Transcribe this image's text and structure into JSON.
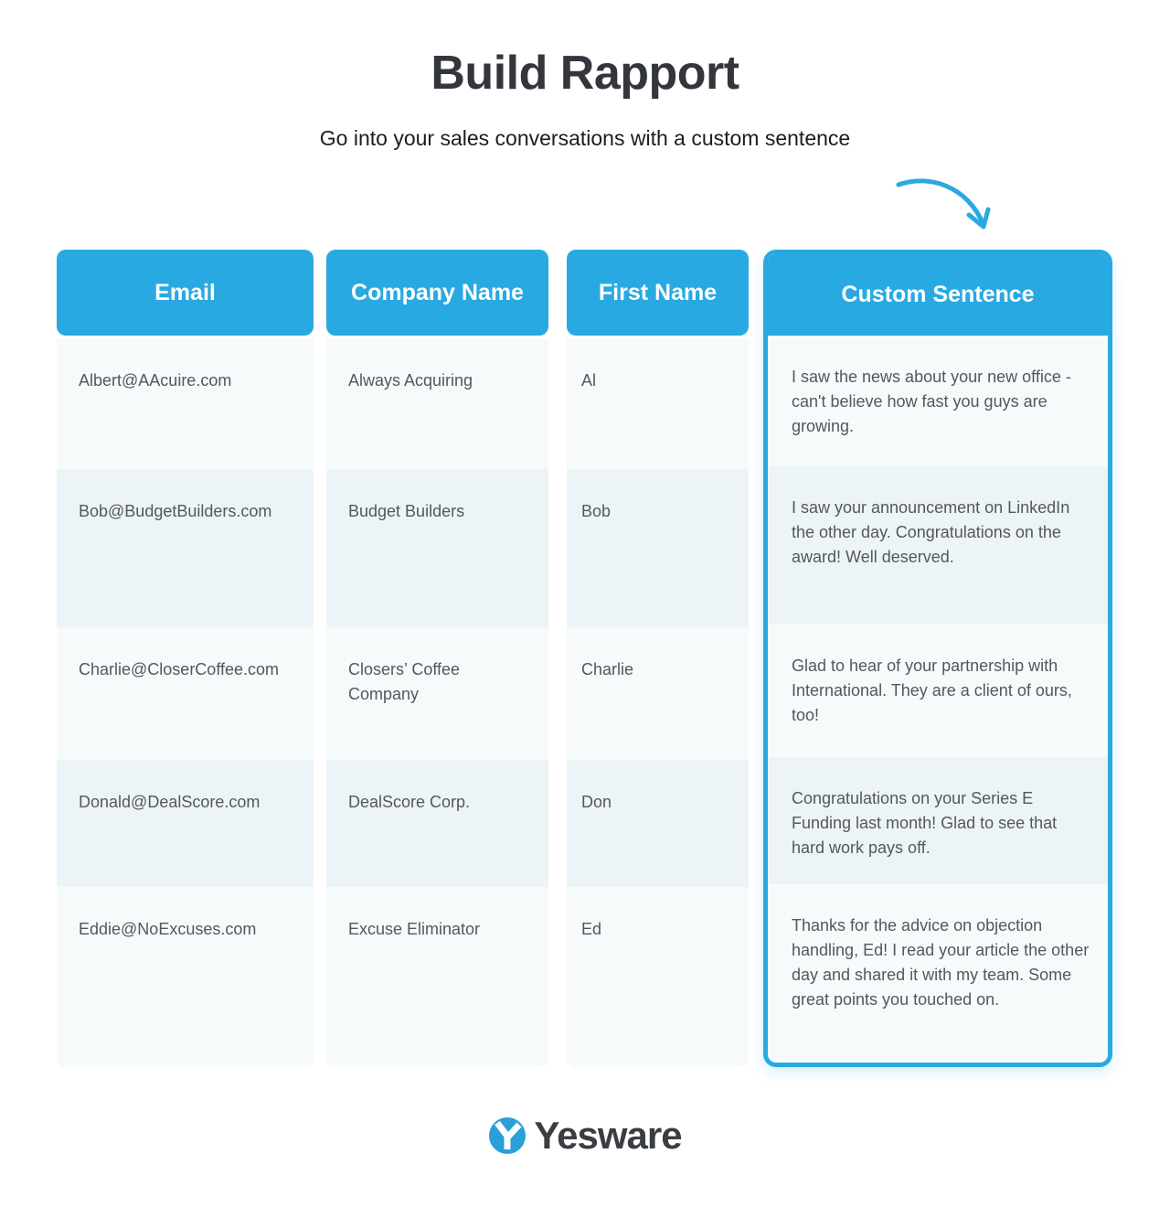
{
  "header": {
    "title": "Build Rapport",
    "subtitle": "Go into your sales conversations with a custom sentence"
  },
  "colors": {
    "accent_blue": "#29a9e1",
    "row_light": "#f6fafb",
    "row_dark": "#edf4f8",
    "cell_text": "#54575c",
    "title_text": "#33363c"
  },
  "icons": {
    "arrow": "curved-arrow-pointing-to-custom-sentence-column",
    "logo": "yesware-y-circle-logo"
  },
  "chart_data": {
    "type": "table",
    "title": "Build Rapport",
    "subtitle": "Go into your sales conversations with a custom sentence",
    "columns": [
      "Email",
      "Company Name",
      "First Name",
      "Custom Sentence"
    ],
    "highlighted_column": "Custom Sentence",
    "rows": [
      [
        "Albert@AAcuire.com",
        "Always Acquiring",
        "Al",
        "I saw the news about your new office - can't believe how fast you guys are growing."
      ],
      [
        "Bob@BudgetBuilders.com",
        "Budget Builders",
        "Bob",
        "I saw your announcement on LinkedIn the other day. Congratulations on the award! Well deserved."
      ],
      [
        "Charlie@CloserCoffee.com",
        "Closers’ Coffee Company",
        "Charlie",
        "Glad to hear of your partnership with International. They are a client of ours, too!"
      ],
      [
        "Donald@DealScore.com",
        "DealScore Corp.",
        "Don",
        "Congratulations on your Series E Funding last month! Glad to see that hard work pays off."
      ],
      [
        "Eddie@NoExcuses.com",
        "Excuse Eliminator",
        "Ed",
        "Thanks for the advice on objection handling, Ed! I read your article the other day and shared it with my team. Some great points you touched on."
      ]
    ]
  },
  "table": {
    "columns": [
      {
        "label": "Email"
      },
      {
        "label": "Company Name"
      },
      {
        "label": "First Name"
      },
      {
        "label": "Custom Sentence"
      }
    ],
    "rows": [
      {
        "email": "Albert@AAcuire.com",
        "company": "Always Acquiring",
        "first_name": "Al",
        "custom_sentence": "I saw the news about your new office - can't believe how fast you guys are growing."
      },
      {
        "email": "Bob@BudgetBuilders.com",
        "company": "Budget Builders",
        "first_name": "Bob",
        "custom_sentence": "I saw your announcement on LinkedIn the other day. Congratulations on the award! Well deserved."
      },
      {
        "email": "Charlie@CloserCoffee.com",
        "company": "Closers’ Coffee Company",
        "first_name": "Charlie",
        "custom_sentence": "Glad to hear of your partnership with International. They are a client of ours, too!"
      },
      {
        "email": "Donald@DealScore.com",
        "company": "DealScore Corp.",
        "first_name": "Don",
        "custom_sentence": "Congratulations on your Series E Funding last month! Glad to see that hard work pays off."
      },
      {
        "email": "Eddie@NoExcuses.com",
        "company": "Excuse Eliminator",
        "first_name": "Ed",
        "custom_sentence": "Thanks for the advice on objection handling, Ed! I read your article the other day and shared it with my team. Some great points you touched on."
      }
    ]
  },
  "footer": {
    "brand": "Yesware"
  }
}
